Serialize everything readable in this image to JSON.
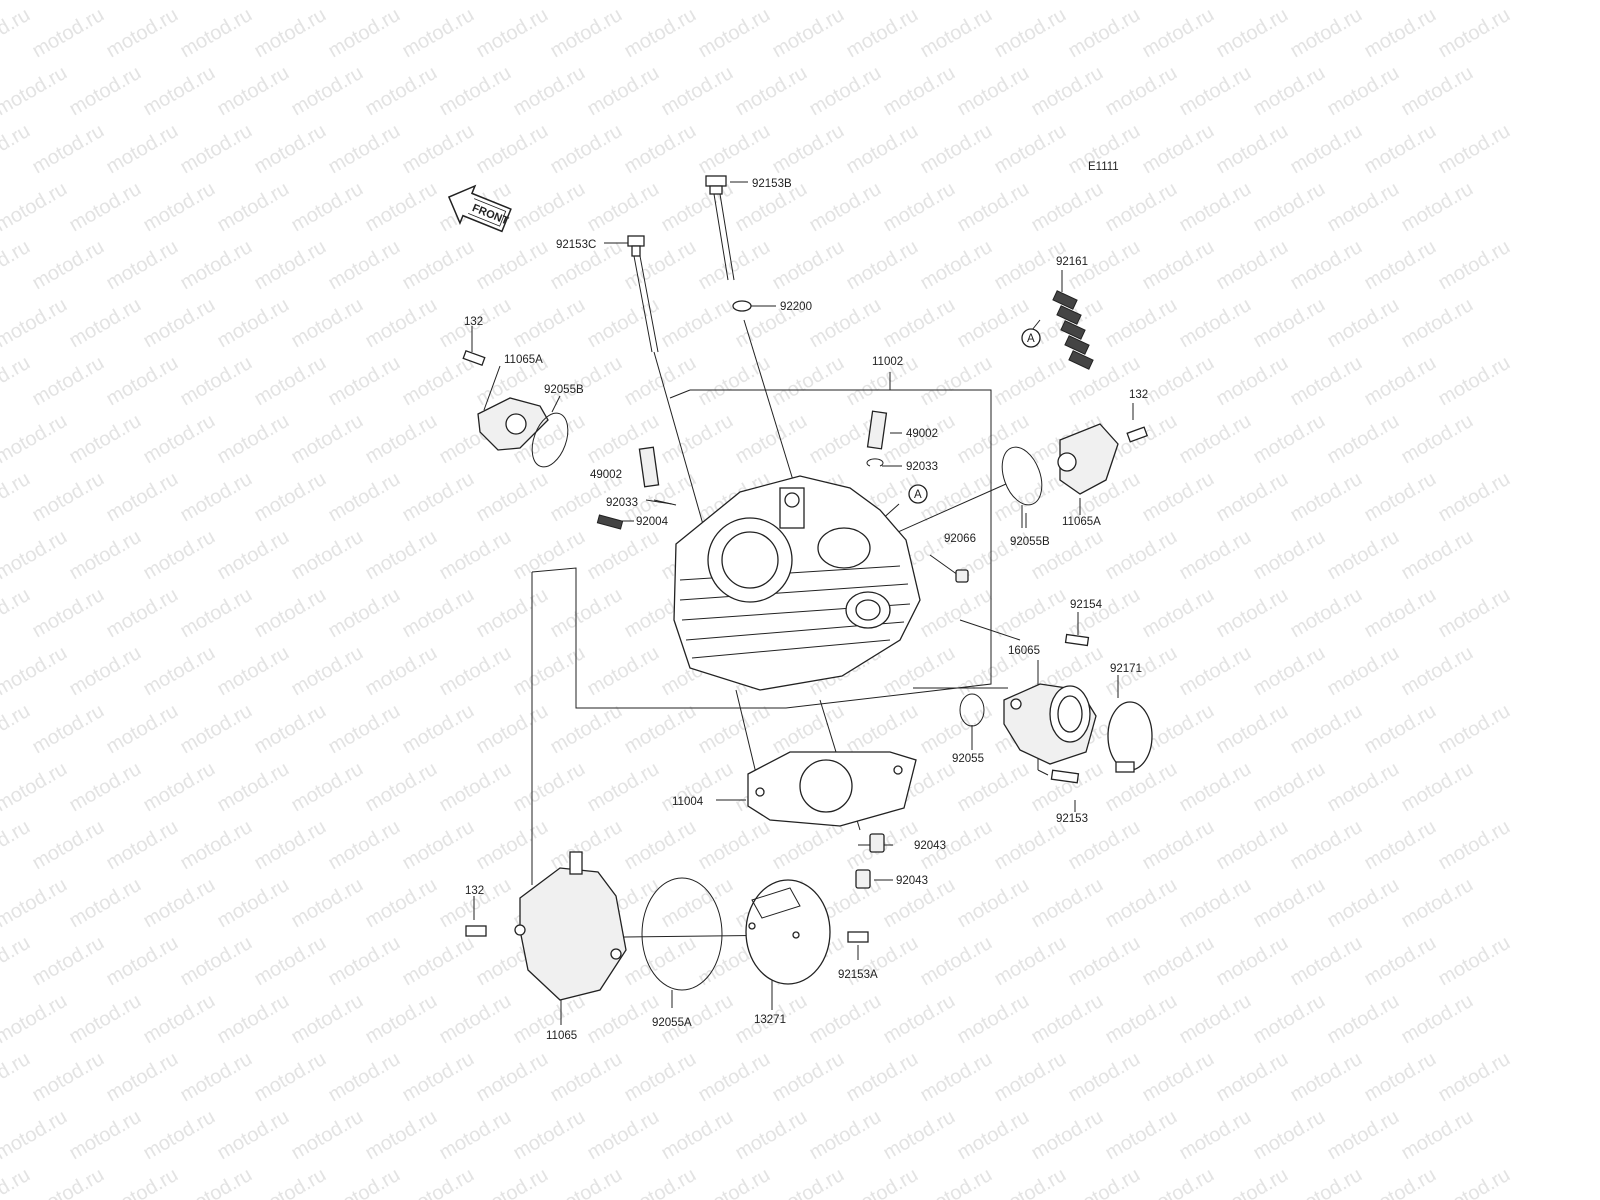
{
  "watermark": "motod.ru",
  "diagram_code": "E1111",
  "front_label": "FRONT",
  "ref_marker": "A",
  "part_labels": {
    "p92153B": "92153B",
    "p92153C": "92153C",
    "p92200": "92200",
    "p92161": "92161",
    "p132_top": "132",
    "p11065A_left": "11065A",
    "p92055B_left": "92055B",
    "p11002": "11002",
    "p49002_right": "49002",
    "p92033_right": "92033",
    "p49002_left": "49002",
    "p92033_left": "92033",
    "p92004": "92004",
    "p92066": "92066",
    "p132_right": "132",
    "p92055B_right": "92055B",
    "p11065A_right": "11065A",
    "p92154": "92154",
    "p16065": "16065",
    "p92171": "92171",
    "p92055": "92055",
    "p92153": "92153",
    "p11004": "11004",
    "p92043_a": "92043",
    "p92043_b": "92043",
    "p132_bottom": "132",
    "p92153A": "92153A",
    "p11065": "11065",
    "p92055A": "92055A",
    "p13271": "13271"
  }
}
